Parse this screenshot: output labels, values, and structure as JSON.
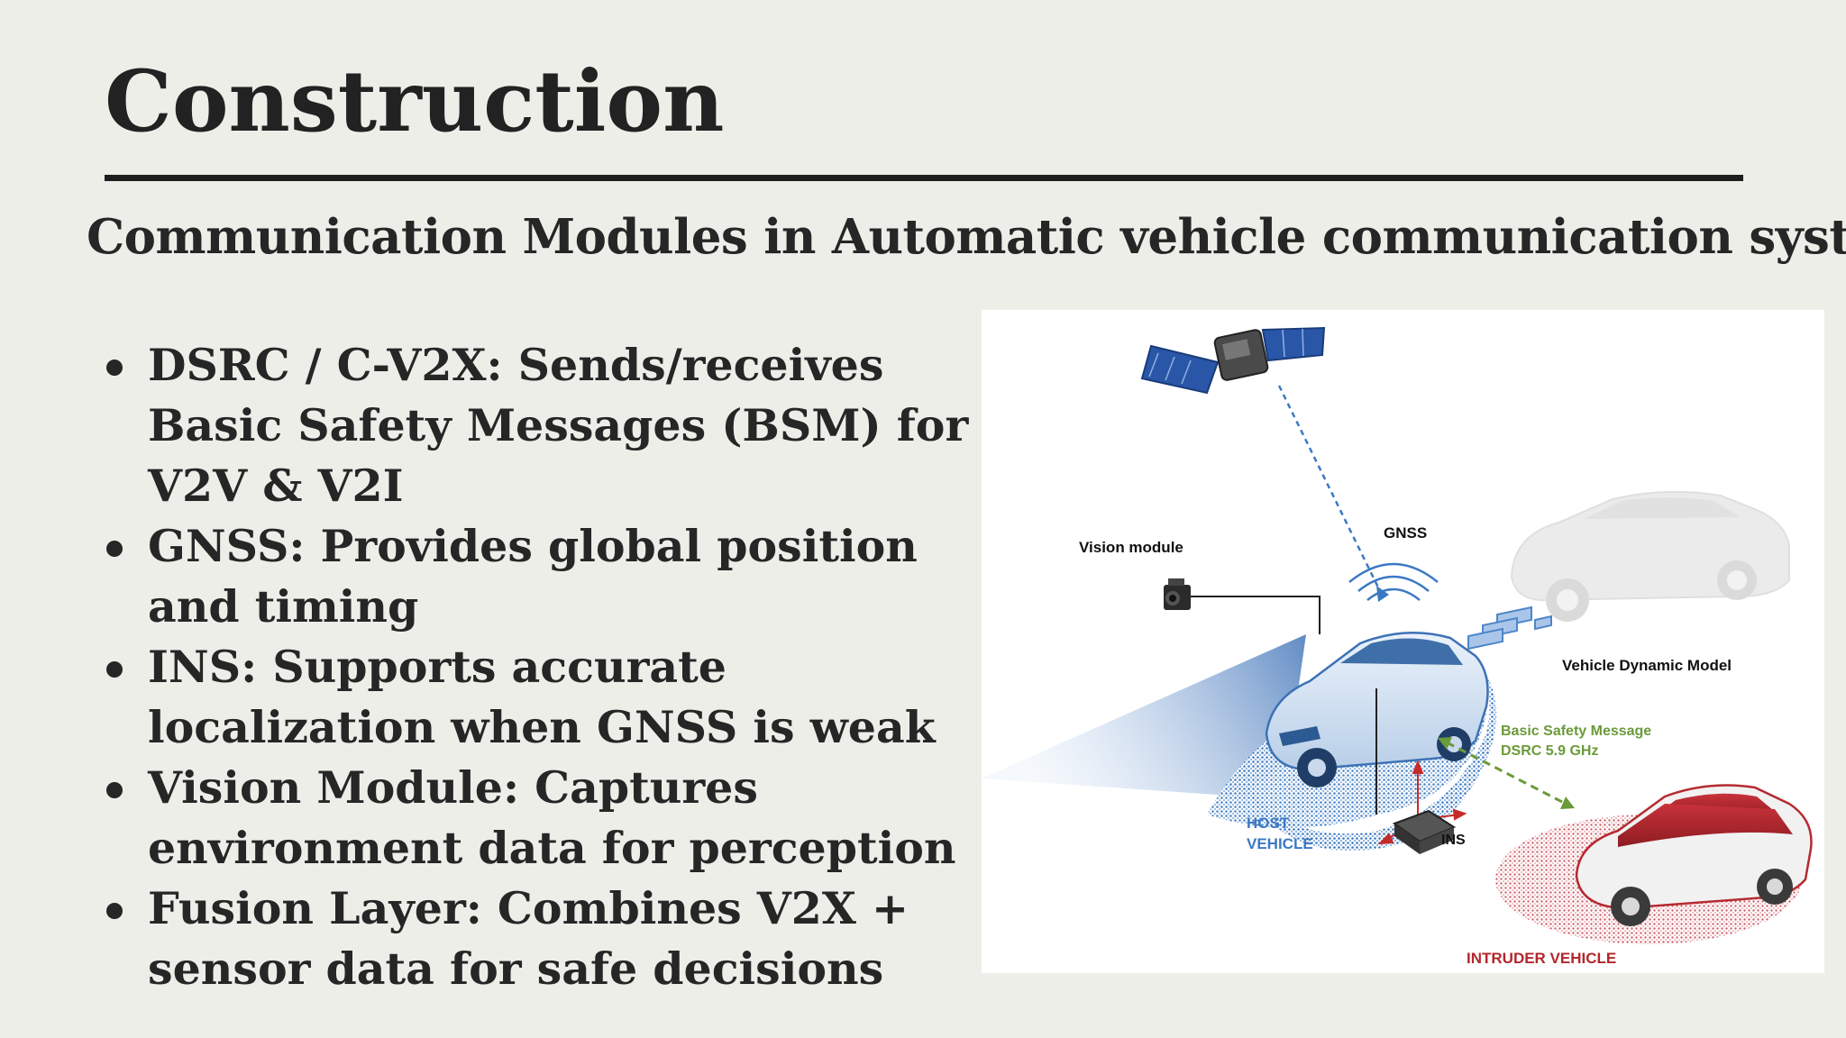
{
  "title": "Construction",
  "subtitle": "Communication Modules in Automatic vehicle communication system",
  "bullets": [
    "DSRC / C-V2X: Sends/receives Basic Safety Messages (BSM) for V2V & V2I",
    "GNSS: Provides global position and timing",
    "INS: Supports accurate localization when GNSS is weak",
    "Vision Module: Captures environment data for perception",
    "Fusion Layer: Combines V2X + sensor data for safe decisions"
  ],
  "diagram": {
    "gnss_label": "GNSS",
    "vision_label": "Vision module",
    "vdm_label": "Vehicle Dynamic Model",
    "bsm_label_1": "Basic Safety Message",
    "bsm_label_2": "DSRC 5.9 GHz",
    "host_label_1": "HOST",
    "host_label_2": "VEHICLE",
    "ins_label": "INS",
    "intruder_label": "INTRUDER VEHICLE",
    "colors": {
      "host_blue": "#2f6fb8",
      "intruder_red": "#b3262c",
      "bsm_green": "#6b9a3a",
      "ghost_gray": "#d6d6d6"
    }
  }
}
